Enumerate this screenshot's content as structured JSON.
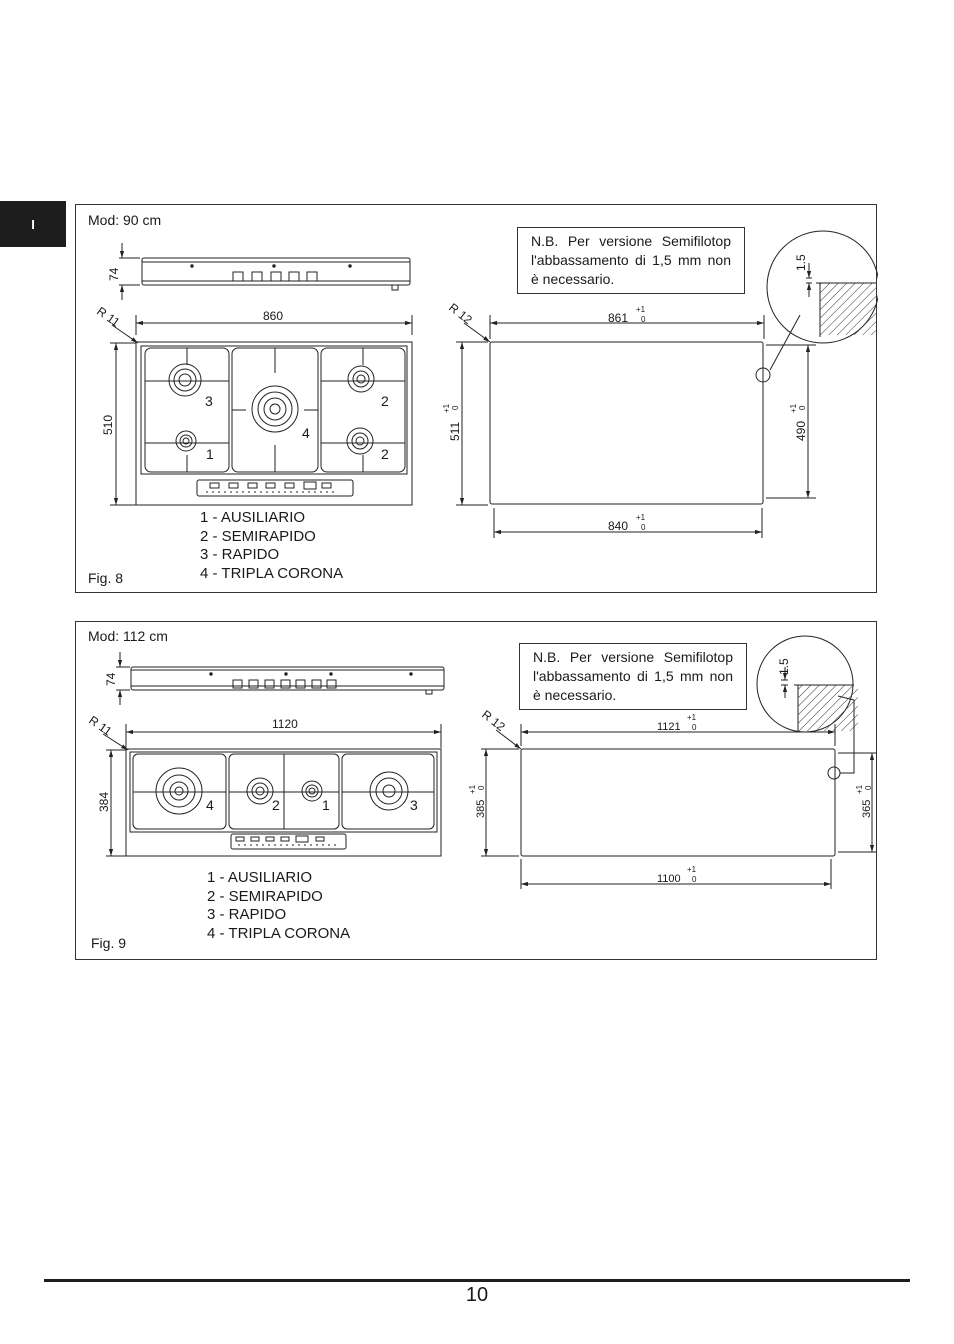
{
  "language_tab": "I",
  "figures": [
    {
      "model": "Mod: 90 cm",
      "caption": "Fig. 8",
      "note": "N.B. Per versione Semifilotop l'abbassamento di 1,5 mm non è necessario.",
      "legend": [
        "1 - AUSILIARIO",
        "2 - SEMIRAPIDO",
        "3 - RAPIDO",
        "4 - TRIPLA CORONA"
      ],
      "hob": {
        "height": "74",
        "radius": "R 11",
        "width": "860",
        "depth": "510",
        "burner_labels": [
          "3",
          "2",
          "4",
          "1",
          "2"
        ]
      },
      "cutout": {
        "radius": "R 12",
        "top_width": "861",
        "top_tol": "+1",
        "top_tol_low": "0",
        "left_depth": "511",
        "left_tol": "+1",
        "left_tol_low": "0",
        "right_depth": "490",
        "right_tol": "+1",
        "right_tol_low": "0",
        "bottom_width": "840",
        "bottom_tol": "+1",
        "bottom_tol_low": "0",
        "detail": "1.5"
      }
    },
    {
      "model": "Mod: 112 cm",
      "caption": "Fig. 9",
      "note": "N.B. Per versione Semifilotop l'abbassamento di 1,5 mm non è necessario.",
      "legend": [
        "1 - AUSILIARIO",
        "2 - SEMIRAPIDO",
        "3 - RAPIDO",
        "4 - TRIPLA CORONA"
      ],
      "hob": {
        "height": "74",
        "radius": "R 11",
        "width": "1120",
        "depth": "384",
        "burner_labels": [
          "4",
          "2",
          "1",
          "3"
        ]
      },
      "cutout": {
        "radius": "R 12",
        "top_width": "1121",
        "top_tol": "+1",
        "top_tol_low": "0",
        "left_depth": "385",
        "left_tol": "+1",
        "left_tol_low": "0",
        "right_depth": "365",
        "right_tol": "+1",
        "right_tol_low": "0",
        "bottom_width": "1100",
        "bottom_tol": "+1",
        "bottom_tol_low": "0",
        "detail": "1.5"
      }
    }
  ],
  "page_number": "10"
}
